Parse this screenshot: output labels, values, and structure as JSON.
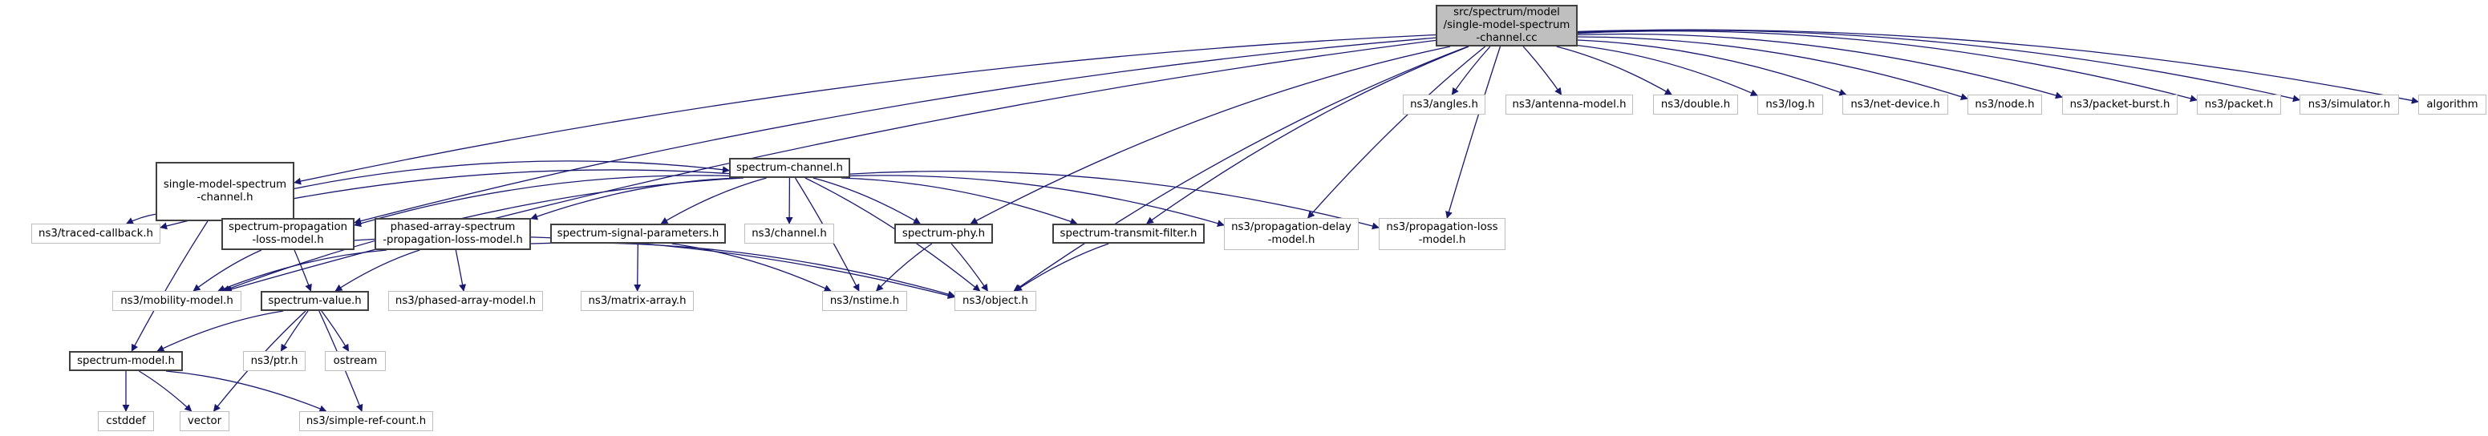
{
  "diagram": {
    "type": "include-dependency-graph",
    "edge_color": "#191970",
    "root_fill": "#bfbfbf",
    "nodes": [
      {
        "id": "root",
        "label": "src/spectrum/model\n/single-model-spectrum\n-channel.cc",
        "kind": "root"
      },
      {
        "id": "smsch",
        "label": "single-model-spectrum\n-channel.h",
        "kind": "internal"
      },
      {
        "id": "sch",
        "label": "spectrum-channel.h",
        "kind": "internal"
      },
      {
        "id": "traced",
        "label": "ns3/traced-callback.h",
        "kind": "external"
      },
      {
        "id": "splm",
        "label": "spectrum-propagation\n-loss-model.h",
        "kind": "internal"
      },
      {
        "id": "paslm",
        "label": "phased-array-spectrum\n-propagation-loss-model.h",
        "kind": "internal"
      },
      {
        "id": "ssp",
        "label": "spectrum-signal-parameters.h",
        "kind": "internal"
      },
      {
        "id": "channel",
        "label": "ns3/channel.h",
        "kind": "external"
      },
      {
        "id": "sphy",
        "label": "spectrum-phy.h",
        "kind": "internal"
      },
      {
        "id": "stf",
        "label": "spectrum-transmit-filter.h",
        "kind": "internal"
      },
      {
        "id": "pdm",
        "label": "ns3/propagation-delay\n-model.h",
        "kind": "external"
      },
      {
        "id": "plm",
        "label": "ns3/propagation-loss\n-model.h",
        "kind": "external"
      },
      {
        "id": "mobility",
        "label": "ns3/mobility-model.h",
        "kind": "external"
      },
      {
        "id": "svalue",
        "label": "spectrum-value.h",
        "kind": "internal"
      },
      {
        "id": "pam",
        "label": "ns3/phased-array-model.h",
        "kind": "external"
      },
      {
        "id": "matrix",
        "label": "ns3/matrix-array.h",
        "kind": "external"
      },
      {
        "id": "nstime",
        "label": "ns3/nstime.h",
        "kind": "external"
      },
      {
        "id": "object",
        "label": "ns3/object.h",
        "kind": "external"
      },
      {
        "id": "smodel",
        "label": "spectrum-model.h",
        "kind": "internal"
      },
      {
        "id": "ptr",
        "label": "ns3/ptr.h",
        "kind": "external"
      },
      {
        "id": "ostream",
        "label": "ostream",
        "kind": "external"
      },
      {
        "id": "cstddef",
        "label": "cstddef",
        "kind": "external"
      },
      {
        "id": "vector",
        "label": "vector",
        "kind": "external"
      },
      {
        "id": "src",
        "label": "ns3/simple-ref-count.h",
        "kind": "external"
      },
      {
        "id": "angles",
        "label": "ns3/angles.h",
        "kind": "external"
      },
      {
        "id": "antenna",
        "label": "ns3/antenna-model.h",
        "kind": "external"
      },
      {
        "id": "double",
        "label": "ns3/double.h",
        "kind": "external"
      },
      {
        "id": "log",
        "label": "ns3/log.h",
        "kind": "external"
      },
      {
        "id": "netdevice",
        "label": "ns3/net-device.h",
        "kind": "external"
      },
      {
        "id": "node",
        "label": "ns3/node.h",
        "kind": "external"
      },
      {
        "id": "packetburst",
        "label": "ns3/packet-burst.h",
        "kind": "external"
      },
      {
        "id": "packet",
        "label": "ns3/packet.h",
        "kind": "external"
      },
      {
        "id": "simulator",
        "label": "ns3/simulator.h",
        "kind": "external"
      },
      {
        "id": "algorithm",
        "label": "algorithm",
        "kind": "external"
      }
    ],
    "edges": [
      [
        "root",
        "smsch"
      ],
      [
        "root",
        "mobility"
      ],
      [
        "root",
        "splm"
      ],
      [
        "root",
        "sphy"
      ],
      [
        "root",
        "stf"
      ],
      [
        "root",
        "pdm"
      ],
      [
        "root",
        "plm"
      ],
      [
        "root",
        "object"
      ],
      [
        "root",
        "angles"
      ],
      [
        "root",
        "antenna"
      ],
      [
        "root",
        "double"
      ],
      [
        "root",
        "log"
      ],
      [
        "root",
        "netdevice"
      ],
      [
        "root",
        "node"
      ],
      [
        "root",
        "packetburst"
      ],
      [
        "root",
        "packet"
      ],
      [
        "root",
        "simulator"
      ],
      [
        "root",
        "algorithm"
      ],
      [
        "smsch",
        "sch"
      ],
      [
        "smsch",
        "traced"
      ],
      [
        "smsch",
        "smodel"
      ],
      [
        "sch",
        "traced"
      ],
      [
        "sch",
        "splm"
      ],
      [
        "sch",
        "paslm"
      ],
      [
        "sch",
        "ssp"
      ],
      [
        "sch",
        "channel"
      ],
      [
        "sch",
        "sphy"
      ],
      [
        "sch",
        "stf"
      ],
      [
        "sch",
        "pdm"
      ],
      [
        "sch",
        "plm"
      ],
      [
        "sch",
        "mobility"
      ],
      [
        "sch",
        "nstime"
      ],
      [
        "sch",
        "object"
      ],
      [
        "splm",
        "mobility"
      ],
      [
        "splm",
        "svalue"
      ],
      [
        "splm",
        "object"
      ],
      [
        "paslm",
        "mobility"
      ],
      [
        "paslm",
        "svalue"
      ],
      [
        "paslm",
        "pam"
      ],
      [
        "paslm",
        "object"
      ],
      [
        "ssp",
        "matrix"
      ],
      [
        "ssp",
        "nstime"
      ],
      [
        "sphy",
        "nstime"
      ],
      [
        "sphy",
        "object"
      ],
      [
        "stf",
        "object"
      ],
      [
        "svalue",
        "smodel"
      ],
      [
        "svalue",
        "vector"
      ],
      [
        "svalue",
        "ptr"
      ],
      [
        "svalue",
        "ostream"
      ],
      [
        "svalue",
        "src"
      ],
      [
        "smodel",
        "cstddef"
      ],
      [
        "smodel",
        "vector"
      ],
      [
        "smodel",
        "src"
      ]
    ]
  }
}
